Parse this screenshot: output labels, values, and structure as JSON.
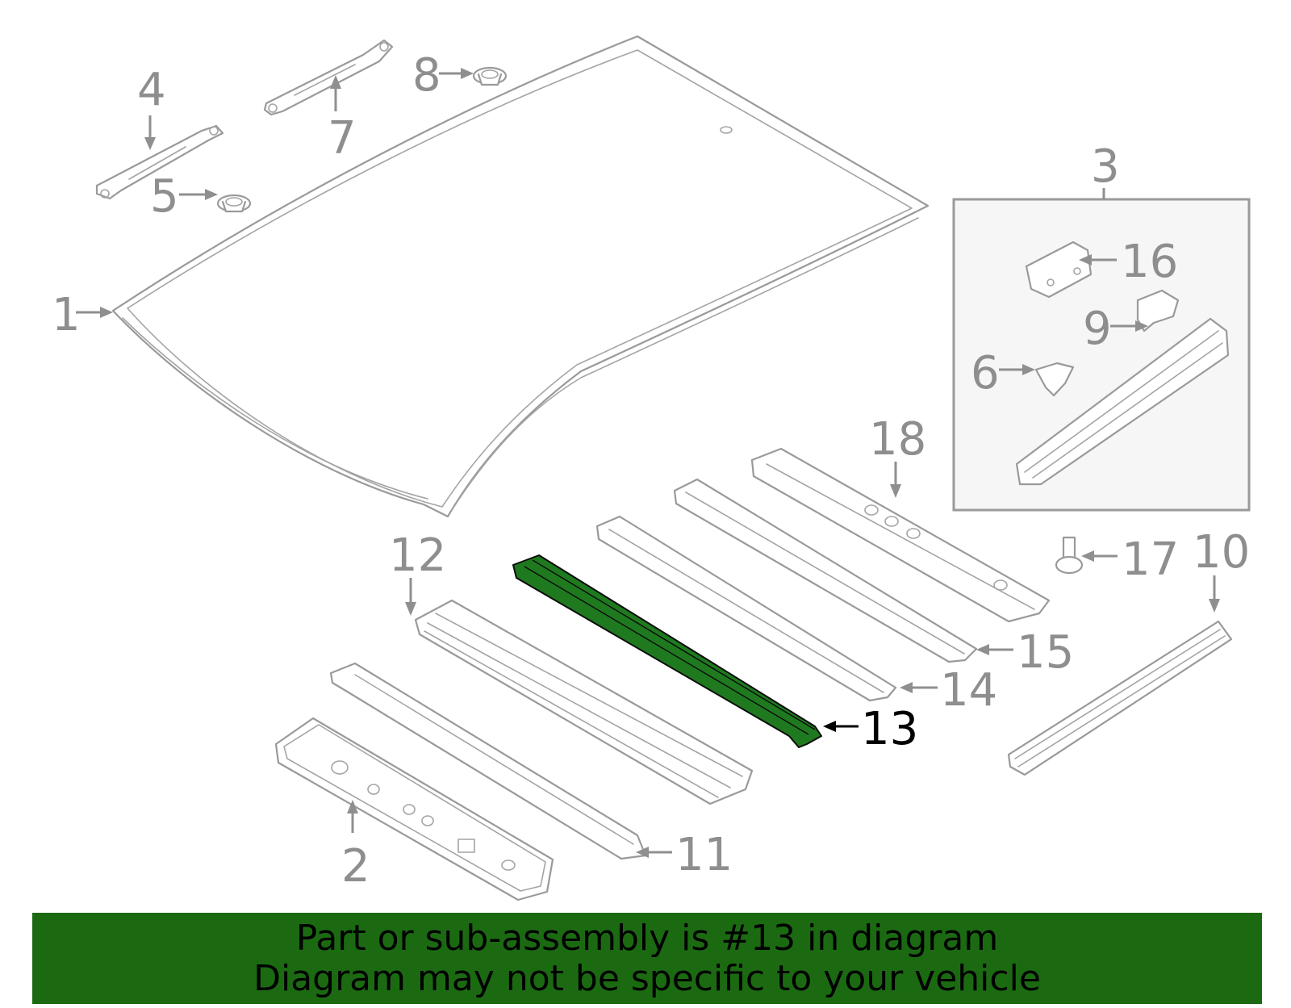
{
  "diagram": {
    "highlighted_part": "13",
    "callouts": {
      "c1": "1",
      "c2": "2",
      "c3": "3",
      "c4": "4",
      "c5": "5",
      "c6": "6",
      "c7": "7",
      "c8": "8",
      "c9": "9",
      "c10": "10",
      "c11": "11",
      "c12": "12",
      "c13": "13",
      "c14": "14",
      "c15": "15",
      "c16": "16",
      "c17": "17",
      "c18": "18"
    },
    "colors": {
      "highlight": "#1f7a1f",
      "banner": "#1b6a12",
      "line": "#9a9a9a"
    }
  },
  "banner": {
    "line1": "Part or sub-assembly is #13 in diagram",
    "line2": "Diagram may not be specific to your vehicle"
  }
}
